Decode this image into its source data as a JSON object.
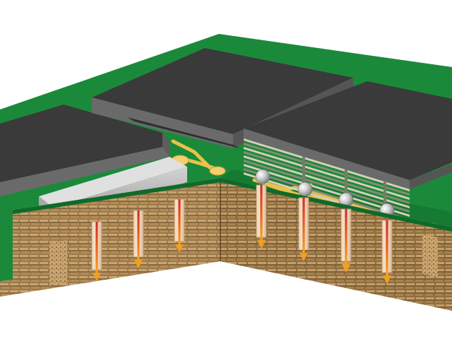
{
  "colors": {
    "background": "#ffffff",
    "board_green": "#1a8a3a",
    "board_green_dark": "#0f6a2a",
    "board_green_edge": "#0b5a22",
    "chip_top": "#3a3a3a",
    "chip_side": "#5e5e5e",
    "chip_front": "#7a7a7a",
    "copper_trace": "#e8c24a",
    "copper_pad": "#f0d070",
    "laminate": "#9b7a4c",
    "laminate_light": "#c9a46e",
    "laminate_dark": "#6e5230",
    "via_fill": "#e7c8a6",
    "via_core": "#d42a2a",
    "heat_arrow": "#f0a020",
    "solder_ball": "#cfcfcf",
    "stack_layer_light": "#d8d0b8",
    "stack_layer_dark": "#8a8a7a",
    "rail_silver": "#b5b5b5"
  },
  "icons": {
    "arrow": "heat-flow-arrow-icon",
    "ball": "solder-ball-icon"
  },
  "counts": {
    "left_vias": 3,
    "right_vias": 4,
    "solder_balls": 4
  }
}
